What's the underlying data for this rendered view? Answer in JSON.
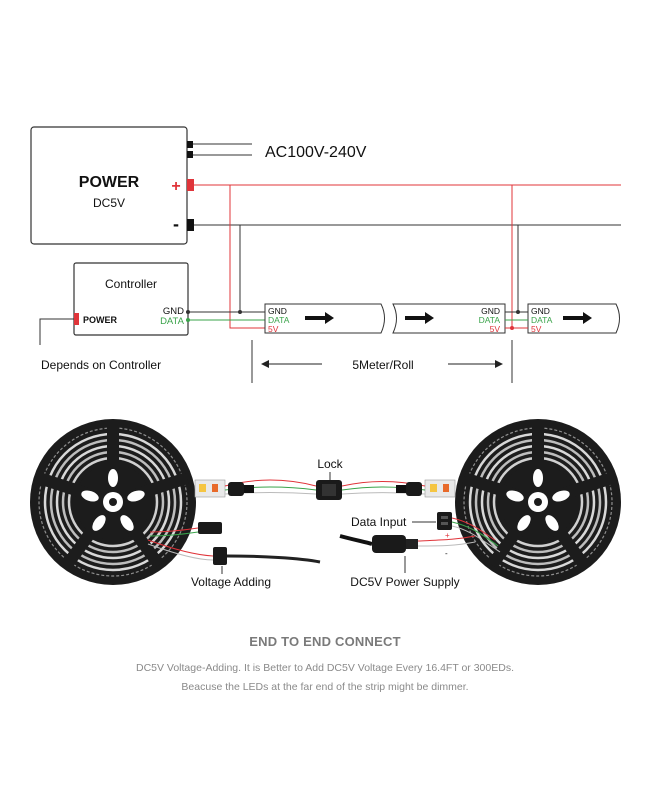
{
  "power_supply": {
    "title": "POWER",
    "voltage": "DC5V",
    "plus": "+",
    "minus": "-",
    "ac_input": "AC100V-240V"
  },
  "controller": {
    "title": "Controller",
    "power_label": "POWER",
    "gnd": "GND",
    "data": "DATA",
    "depends_note": "Depends on Controller"
  },
  "strip_segments": [
    {
      "gnd": "GND",
      "data": "DATA",
      "v5": "5V"
    },
    {
      "gnd": "GND",
      "data": "DATA",
      "v5": "5V"
    },
    {
      "gnd": "GND",
      "data": "DATA",
      "v5": "5V"
    }
  ],
  "roll_length": "5Meter/Roll",
  "reel_labels": {
    "lock": "Lock",
    "data_input": "Data Input",
    "voltage_adding": "Voltage Adding",
    "power_supply": "DC5V Power Supply"
  },
  "caption": {
    "title": "END TO END CONNECT",
    "line1": "DC5V Voltage-Adding. It is Better to Add DC5V Voltage Every 16.4FT or 300EDs.",
    "line2": "Beacuse the LEDs at the far end of the strip might be dimmer."
  },
  "colors": {
    "red_wire": "#e0343a",
    "gnd_wire": "#2b2b2b",
    "data_wire": "#3aa34a",
    "outline": "#2a2a2a"
  }
}
